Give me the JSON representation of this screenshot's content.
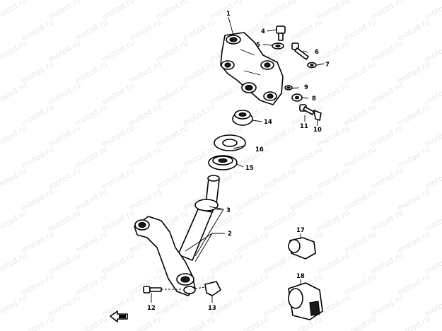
{
  "watermark": {
    "text": "motod.ru"
  },
  "callouts": {
    "p1": "1",
    "p2": "2",
    "p3": "3",
    "p4": "4",
    "p5": "5",
    "p6": "6",
    "p7": "7",
    "p8": "8",
    "p9": "9",
    "p10": "10",
    "p11": "11",
    "p12": "12",
    "p13": "13",
    "p14": "14",
    "p15": "15",
    "p16": "16",
    "p17": "17",
    "p18": "18"
  },
  "icons": {
    "front_arrow": "arrow-left-icon"
  }
}
